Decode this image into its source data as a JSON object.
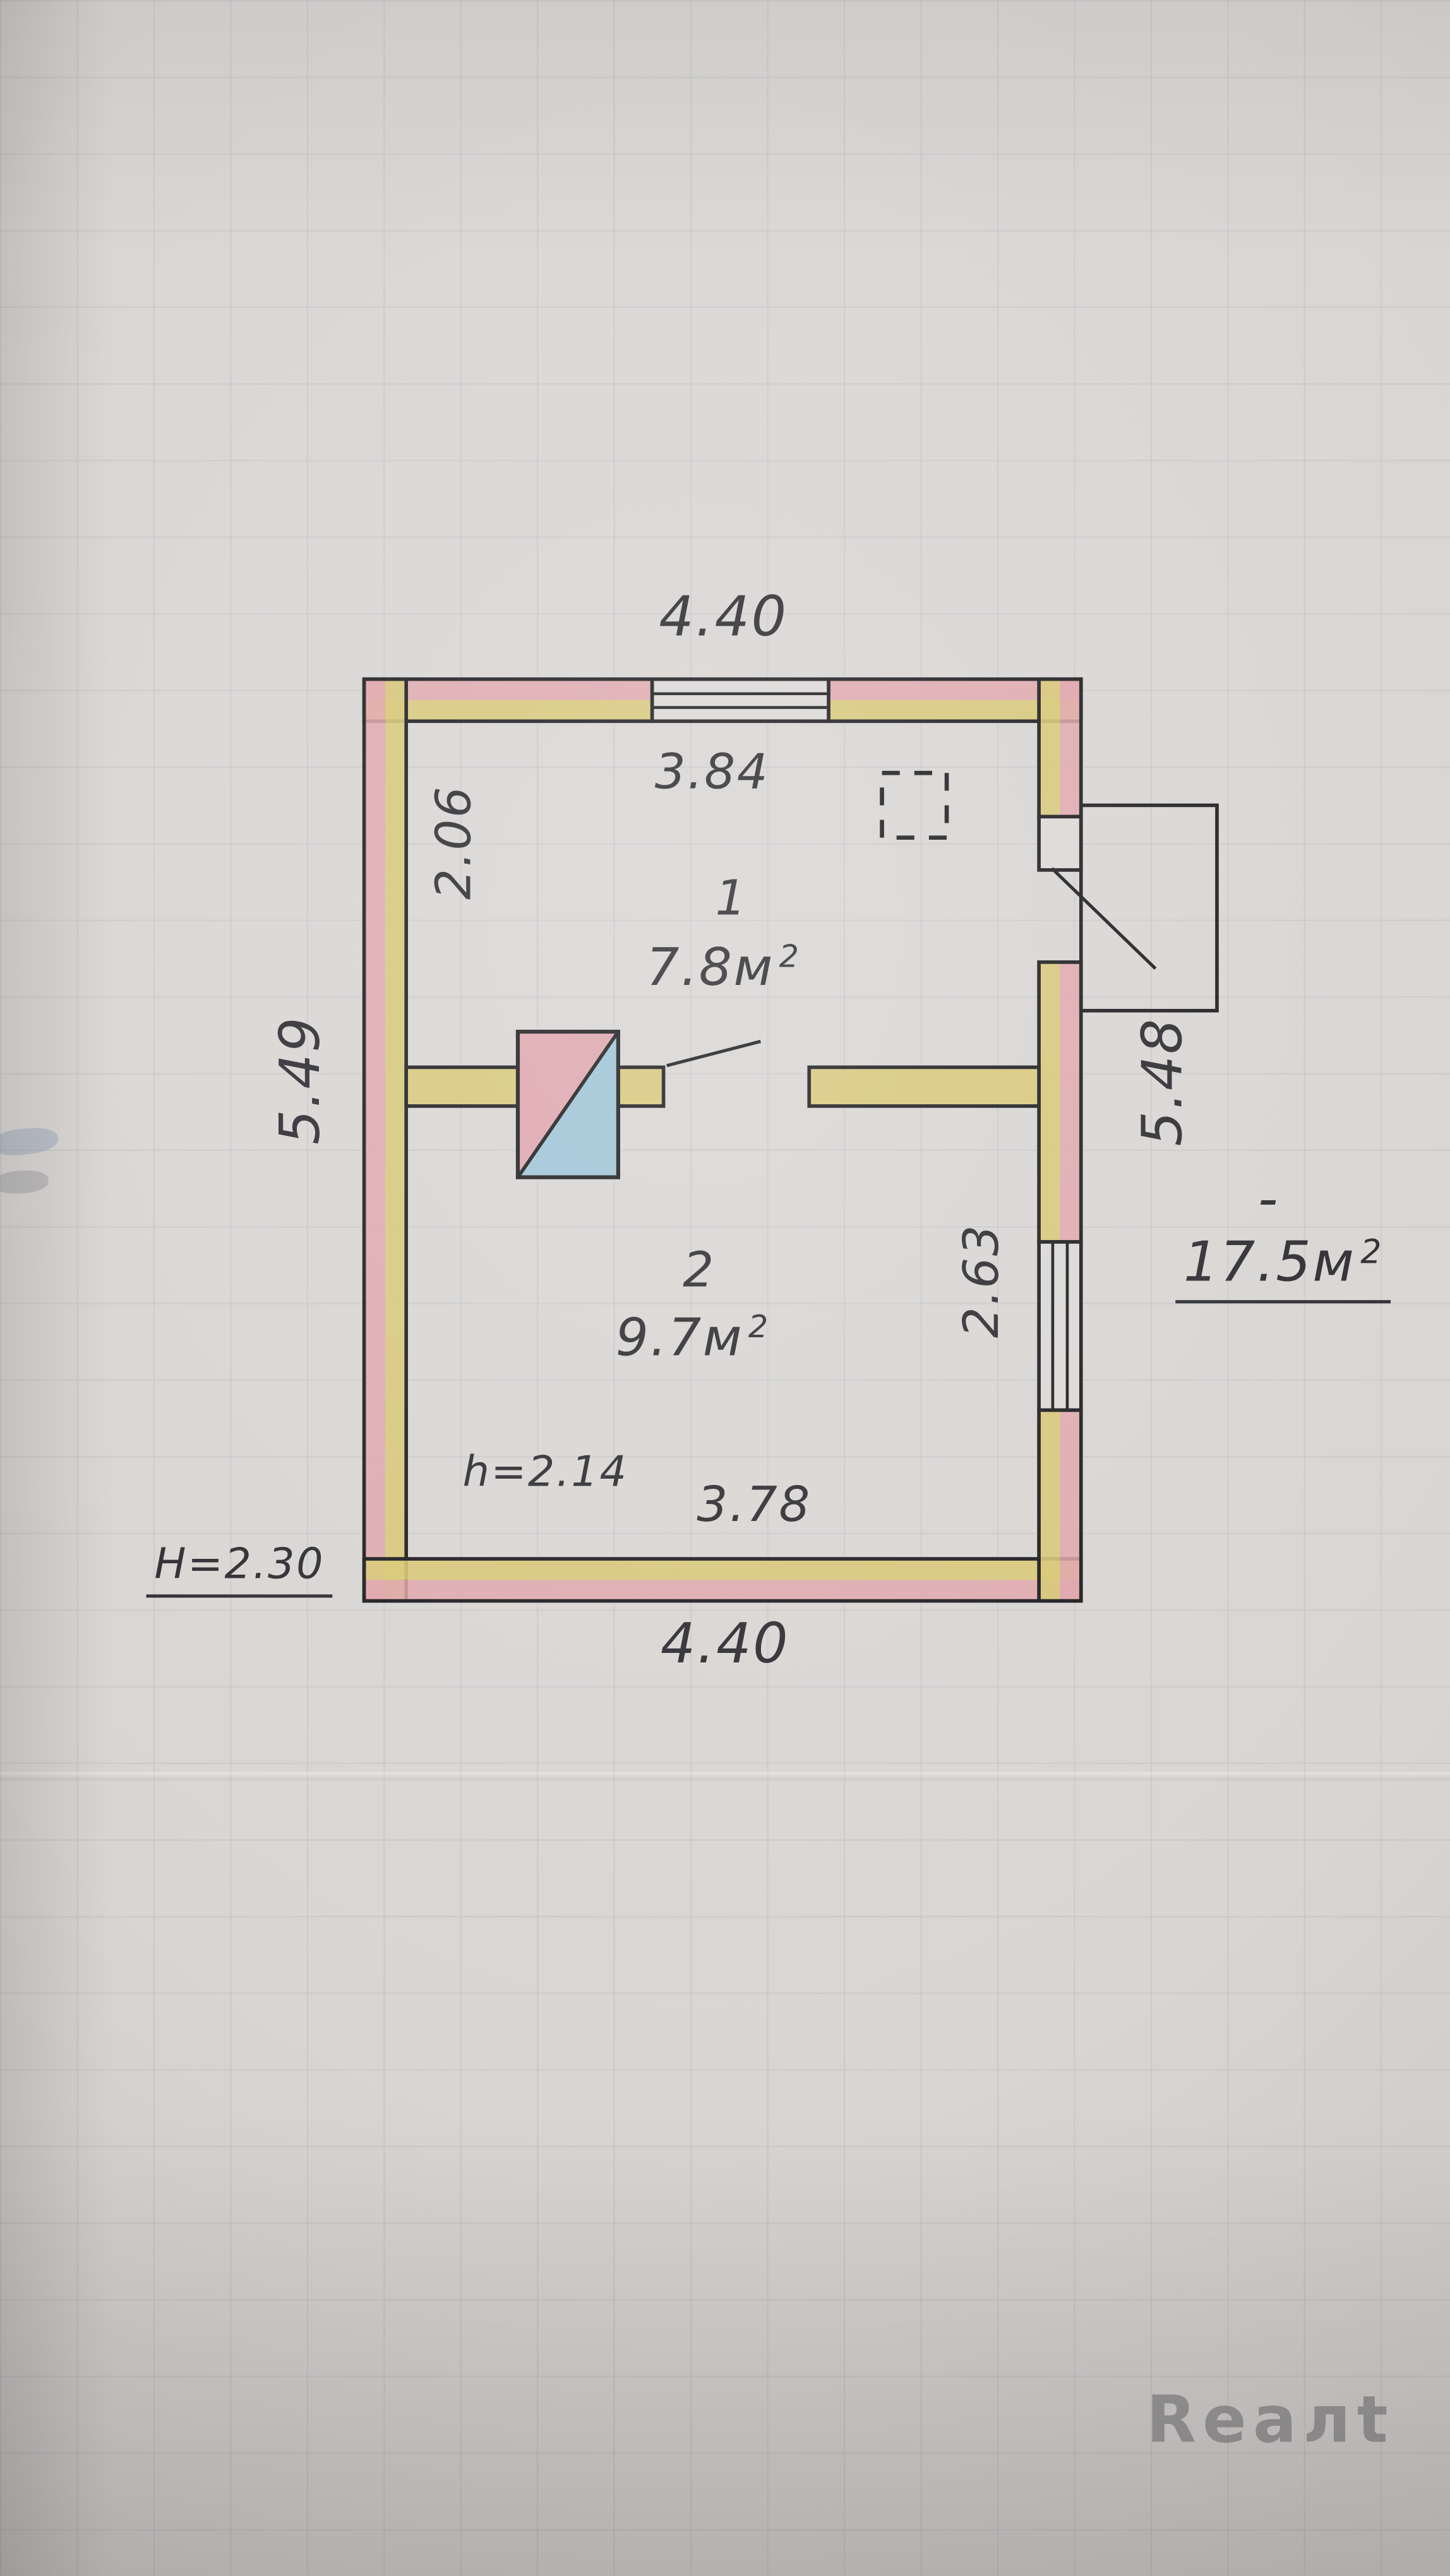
{
  "watermark": {
    "text": "Reaлt"
  },
  "plan": {
    "dimensions": {
      "top_outer_width": "4.40",
      "top_inner_width": "3.84",
      "room1_left_height": "2.06",
      "left_outer_height": "5.49",
      "right_outer_height": "5.48",
      "room2_right_height": "2.63",
      "room2_ceiling": "h=2.14",
      "bottom_inner_width": "3.78",
      "building_height": "H=2.30",
      "bottom_outer_width": "4.40"
    },
    "rooms": [
      {
        "number": "1",
        "area": "7.8м",
        "area_exp": "2"
      },
      {
        "number": "2",
        "area": "9.7м",
        "area_exp": "2"
      }
    ],
    "total_area": {
      "dash": "-",
      "area": "17.5м",
      "area_exp": "2"
    }
  }
}
